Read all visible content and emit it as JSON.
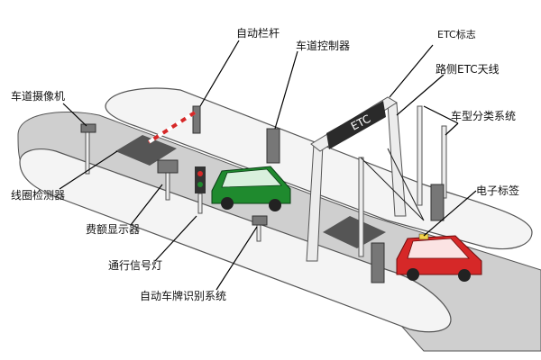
{
  "labels": {
    "auto_barrier": "自动栏杆",
    "lane_controller": "车道控制器",
    "etc_sign": "ETC标志",
    "roadside_antenna": "路侧ETC天线",
    "lane_camera": "车道摄像机",
    "vehicle_classifier": "车型分类系统",
    "loop_detector": "线圈检测器",
    "electronic_tag": "电子标签",
    "fee_display": "费额显示器",
    "traffic_light": "通行信号灯",
    "plate_recognition": "自动车牌识别系统",
    "gantry_sign_text": "ETC"
  },
  "colors": {
    "lane_surface": "#cfcfcf",
    "island": "#f4f4f4",
    "outline": "#555555",
    "green_car": "#1f8a2e",
    "red_car": "#d62828",
    "leader_line": "#000000"
  }
}
